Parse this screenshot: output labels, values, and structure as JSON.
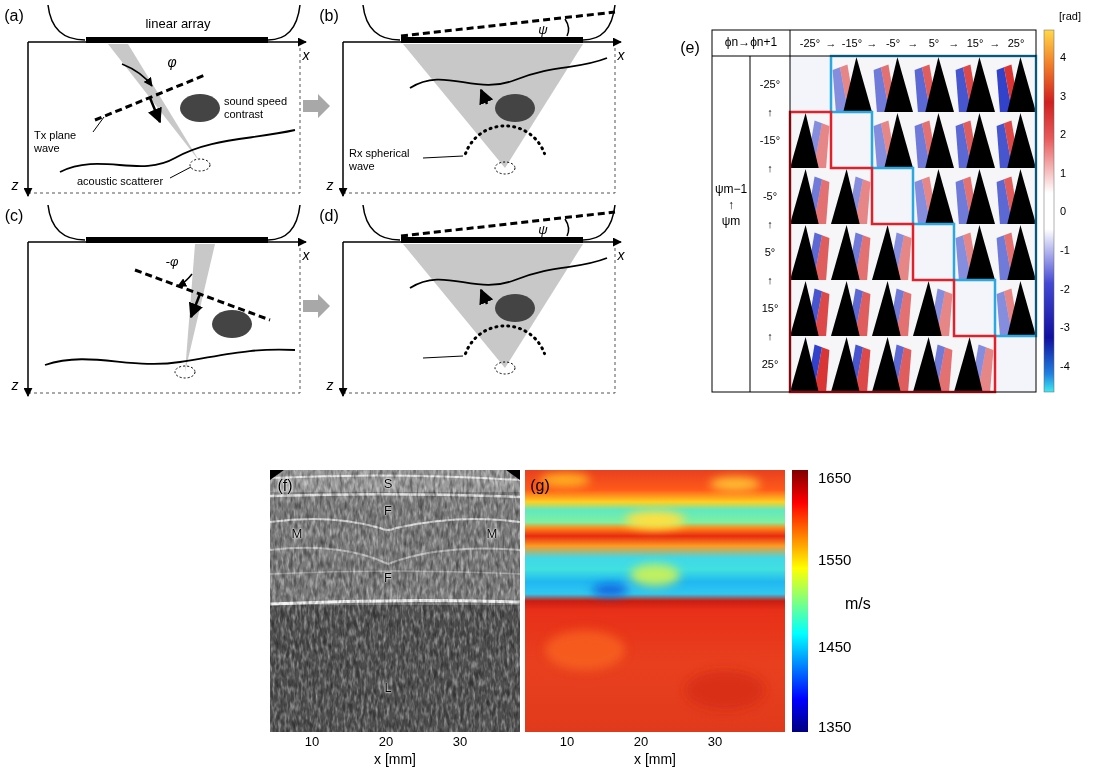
{
  "diagram": {
    "labels": [
      "(a)",
      "linear array",
      "x",
      "φ",
      "z",
      "sound speed contrast",
      "Tx plane wave",
      "acoustic scatterer",
      "(b)",
      "ψ",
      "x",
      "z",
      "Rx spherical wave",
      "(c)",
      "x",
      "-φ",
      "z",
      "(d)",
      "ψ",
      "x",
      "z",
      "(e)",
      "ϕn→ϕn+1",
      "-25°",
      "→",
      "-15°",
      "→",
      "-5°",
      "→",
      "5°",
      "→",
      "15°",
      "→",
      "25°",
      "ψm−1",
      "↑",
      "ψm",
      "-25°",
      "↑",
      "-15°",
      "↑",
      "-5°",
      "↑",
      "5°",
      "↑",
      "15°",
      "↑",
      "25°",
      "[rad]",
      "4",
      "3",
      "2",
      "1",
      "0",
      "-1",
      "-2",
      "-3",
      "-4",
      "(f)",
      "S",
      "F",
      "M",
      "M",
      "F",
      "L",
      "10",
      "20",
      "30",
      "x [mm]",
      "(g)",
      "10",
      "20",
      "30",
      "x [mm]",
      "1650",
      "1550",
      "1450",
      "1350",
      "m/s"
    ]
  }
}
